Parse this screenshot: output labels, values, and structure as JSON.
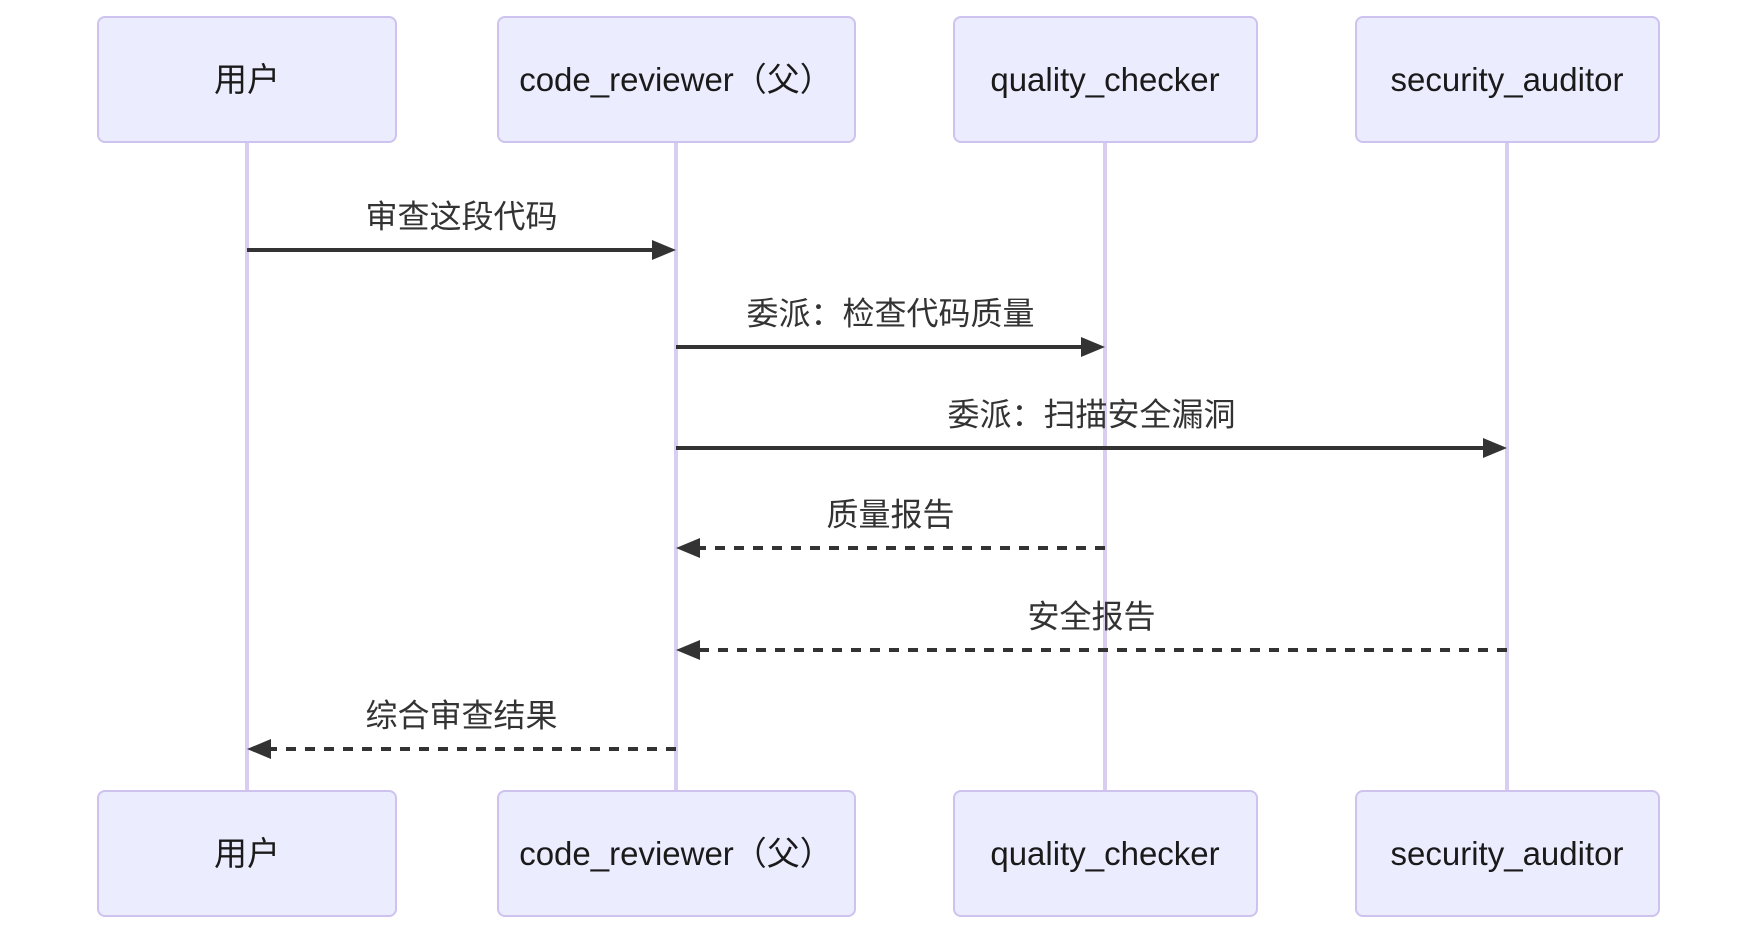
{
  "diagram": {
    "type": "sequence-diagram",
    "background_color": "#FFFFFF",
    "actor_fill_color": "#ECECFF",
    "actor_border_color": "#CDC3EE",
    "lifeline_color": "#D9CDF2",
    "message_color": "#333333",
    "actors": [
      {
        "id": "user",
        "label": "用户"
      },
      {
        "id": "code_reviewer",
        "label": "code_reviewer（父）"
      },
      {
        "id": "quality_checker",
        "label": "quality_checker"
      },
      {
        "id": "security_auditor",
        "label": "security_auditor"
      }
    ],
    "messages": [
      {
        "from": "user",
        "to": "code_reviewer",
        "label": "审查这段代码",
        "style": "solid"
      },
      {
        "from": "code_reviewer",
        "to": "quality_checker",
        "label": "委派：检查代码质量",
        "style": "solid"
      },
      {
        "from": "code_reviewer",
        "to": "security_auditor",
        "label": "委派：扫描安全漏洞",
        "style": "solid"
      },
      {
        "from": "quality_checker",
        "to": "code_reviewer",
        "label": "质量报告",
        "style": "dashed"
      },
      {
        "from": "security_auditor",
        "to": "code_reviewer",
        "label": "安全报告",
        "style": "dashed"
      },
      {
        "from": "code_reviewer",
        "to": "user",
        "label": "综合审查结果",
        "style": "dashed"
      }
    ]
  }
}
